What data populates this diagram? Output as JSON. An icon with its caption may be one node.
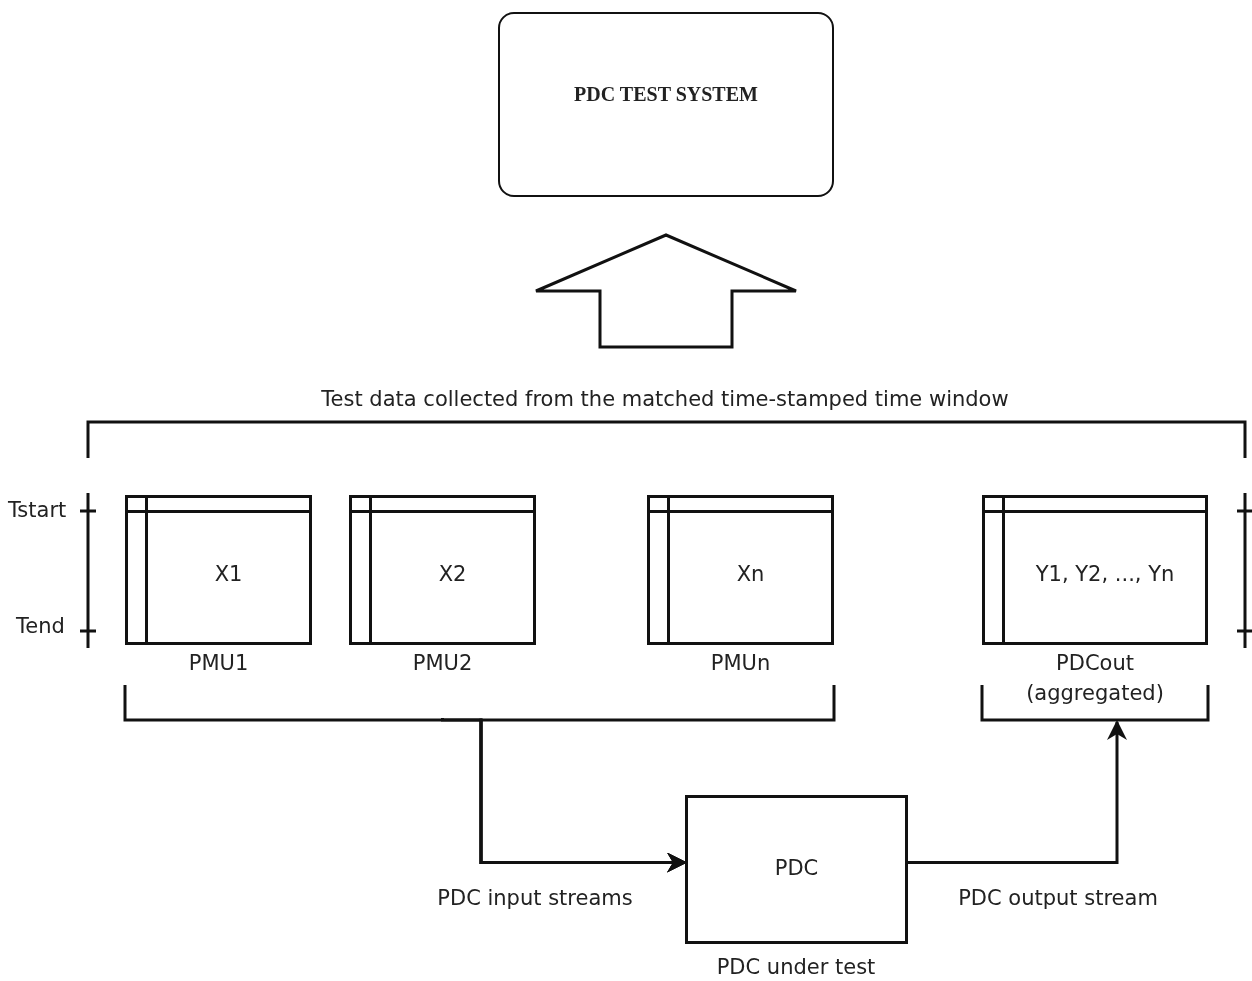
{
  "diagram": {
    "nodes": [
      {
        "text": [
          "PDC TEST SYSTEM"
        ]
      },
      {
        "text": [
          "Test data collected from the matched time-stamped time window"
        ]
      },
      {
        "text": [
          "X1"
        ],
        "beside": [
          "PMU1"
        ]
      },
      {
        "text": [
          "X2"
        ],
        "beside": [
          "PMU2"
        ]
      },
      {
        "text": [
          "Xn"
        ],
        "beside": [
          "PMUn"
        ]
      },
      {
        "text": [
          "Y1, Y2, ..., Yn"
        ],
        "beside": [
          "PDCout (aggregated)"
        ]
      },
      {
        "text": [
          "PDC"
        ],
        "beside": [
          "PDC under test"
        ]
      }
    ],
    "edges": [
      {
        "from": 1,
        "to": 0,
        "arrow": "to",
        "style": "thick"
      },
      {
        "from": 2,
        "to": 6,
        "arrow": "to",
        "label": "PDC input streams"
      },
      {
        "from": 3,
        "to": 6,
        "arrow": "to"
      },
      {
        "from": 4,
        "to": 6,
        "arrow": "to"
      },
      {
        "from": 6,
        "to": 5,
        "arrow": "to",
        "label": "PDC output stream"
      }
    ],
    "labels": [
      "Tstart",
      "Tend"
    ]
  }
}
